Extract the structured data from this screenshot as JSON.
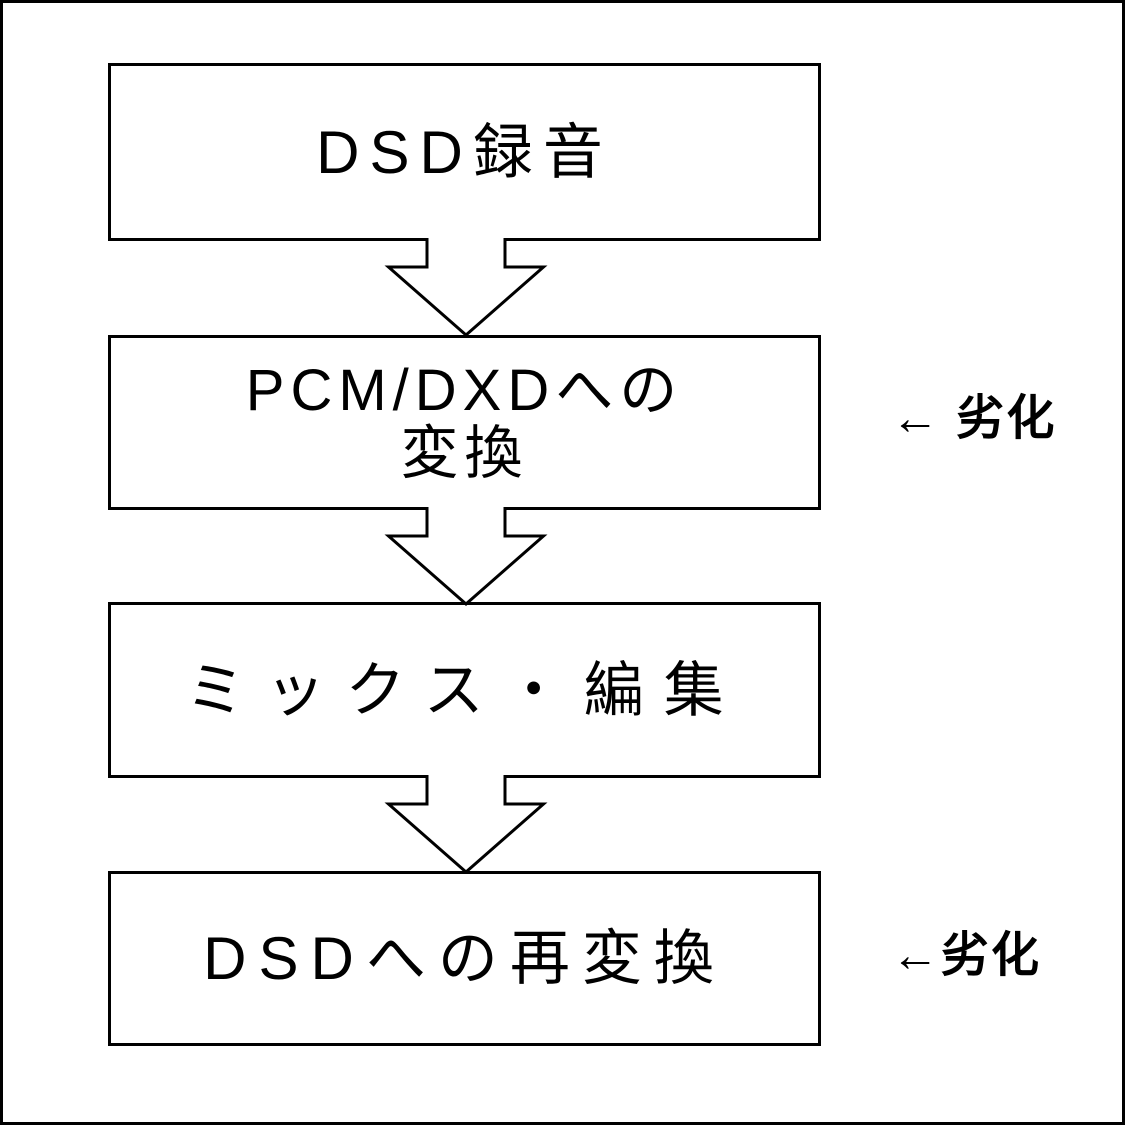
{
  "diagram": {
    "type": "flowchart",
    "direction": "top-down",
    "colors": {
      "line": "#000000",
      "background": "#ffffff",
      "text": "#000000"
    },
    "boxes": [
      {
        "id": "dsd-recording",
        "lines": [
          "DSD録音"
        ]
      },
      {
        "id": "pcm-dxd-conversion",
        "lines": [
          "PCM/DXDへの",
          "変換"
        ]
      },
      {
        "id": "mix-edit",
        "lines": [
          "ミックス・編集"
        ]
      },
      {
        "id": "dsd-reconversion",
        "lines": [
          "DSDへの再変換"
        ]
      }
    ],
    "connectors": [
      {
        "from": "dsd-recording",
        "to": "pcm-dxd-conversion",
        "style": "hollow-block-arrow-down"
      },
      {
        "from": "pcm-dxd-conversion",
        "to": "mix-edit",
        "style": "hollow-block-arrow-down"
      },
      {
        "from": "mix-edit",
        "to": "dsd-reconversion",
        "style": "hollow-block-arrow-down"
      }
    ],
    "annotations": [
      {
        "id": "degradation-note-1",
        "text": "← 劣化",
        "points_at": "pcm-dxd-conversion"
      },
      {
        "id": "degradation-note-2",
        "text": "←劣化",
        "points_at": "dsd-reconversion"
      }
    ]
  }
}
